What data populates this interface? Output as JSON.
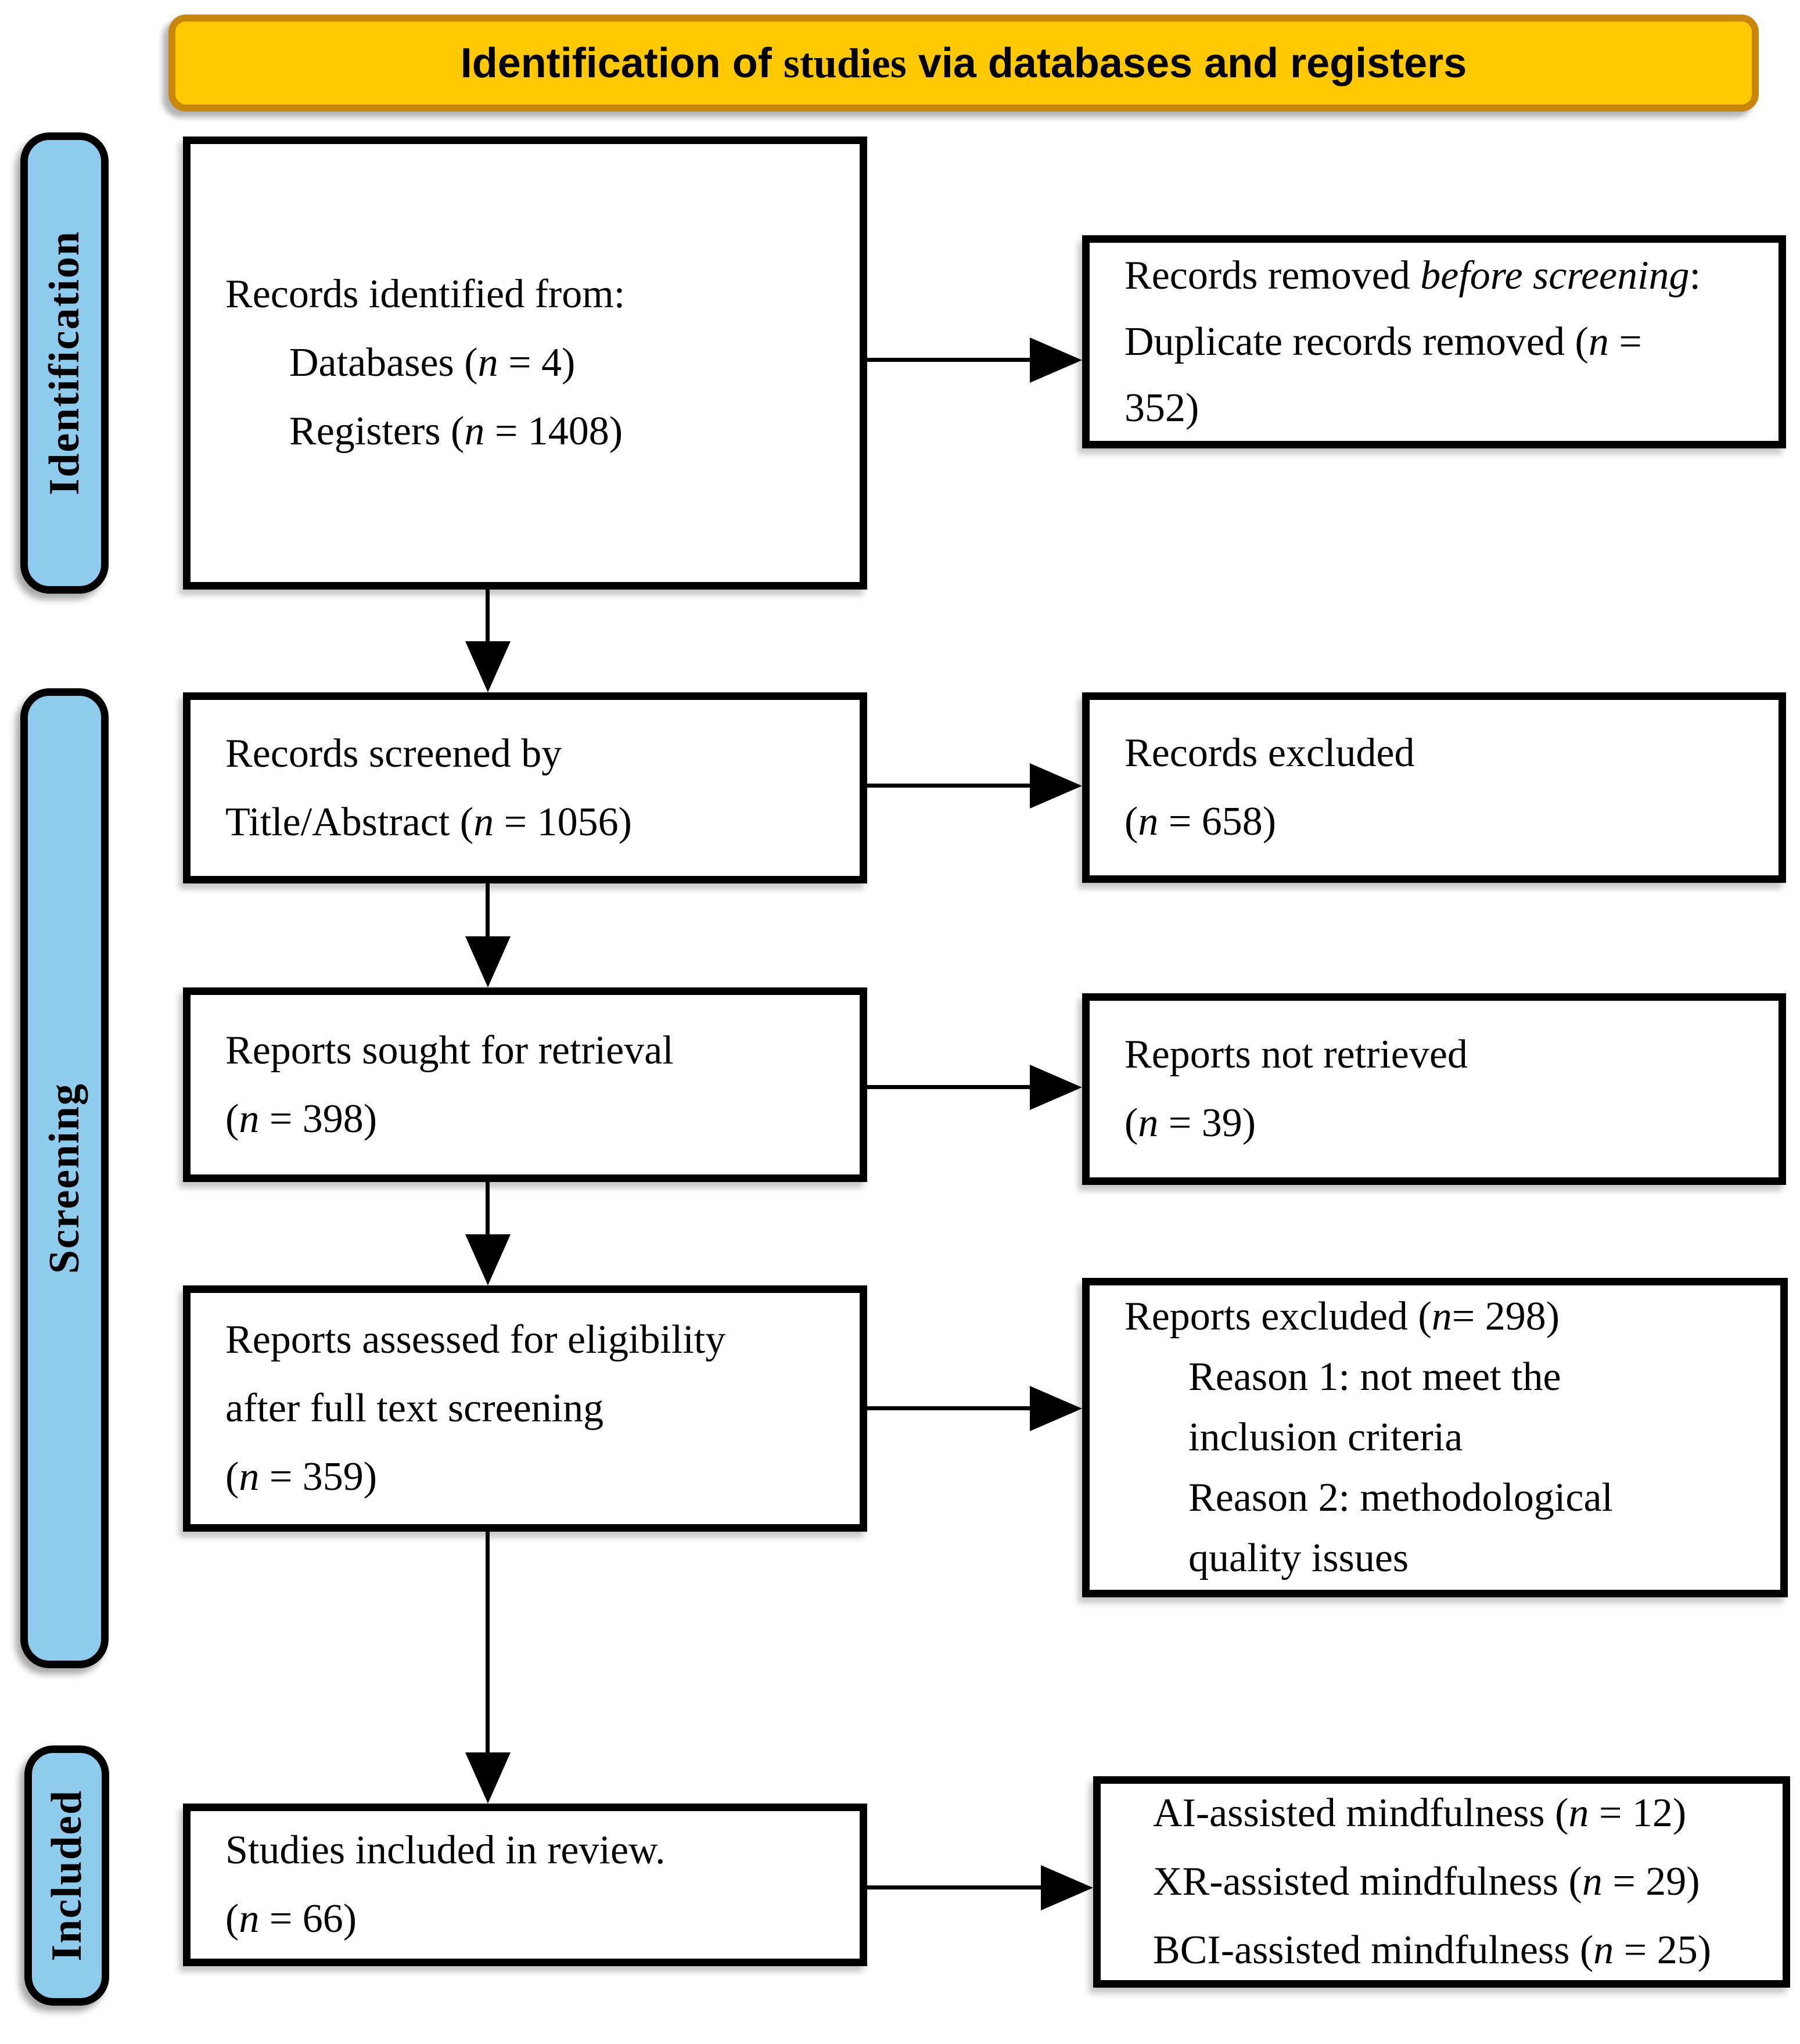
{
  "banner": {
    "lines": [
      {
        "segments": [
          {
            "t": "Identification of ",
            "f": "sans"
          },
          {
            "t": "studies",
            "f": "serif"
          },
          {
            "t": " via databases and registers",
            "f": "sans"
          }
        ]
      }
    ]
  },
  "sidebar": {
    "labels": [
      {
        "text": "Identification"
      },
      {
        "text": "Screening"
      },
      {
        "text": "Included"
      }
    ]
  },
  "boxes": {
    "records_identified": {
      "lines": [
        {
          "indent": 0,
          "segments": [
            {
              "t": "Records identified from:"
            }
          ]
        },
        {
          "indent": 1,
          "segments": [
            {
              "t": "Databases ("
            },
            {
              "t": "n",
              "i": true
            },
            {
              "t": " = 4)"
            }
          ]
        },
        {
          "indent": 1,
          "segments": [
            {
              "t": "Registers ("
            },
            {
              "t": "n",
              "i": true
            },
            {
              "t": " = 1408)"
            }
          ]
        }
      ]
    },
    "records_removed": {
      "lines": [
        {
          "indent": 0,
          "segments": [
            {
              "t": "Records removed "
            },
            {
              "t": "before screening",
              "i": true
            },
            {
              "t": ":"
            }
          ]
        },
        {
          "indent": 0,
          "segments": [
            {
              "t": "Duplicate records removed ("
            },
            {
              "t": "n",
              "i": true
            },
            {
              "t": " ="
            }
          ]
        },
        {
          "indent": 0,
          "segments": [
            {
              "t": "352)"
            }
          ]
        }
      ]
    },
    "records_screened": {
      "lines": [
        {
          "indent": 0,
          "segments": [
            {
              "t": "Records screened by"
            }
          ]
        },
        {
          "indent": 0,
          "segments": [
            {
              "t": "Title/Abstract ("
            },
            {
              "t": "n",
              "i": true
            },
            {
              "t": " = 1056)"
            }
          ]
        }
      ]
    },
    "records_excluded": {
      "lines": [
        {
          "indent": 0,
          "segments": [
            {
              "t": "Records excluded"
            }
          ]
        },
        {
          "indent": 0,
          "segments": [
            {
              "t": "("
            },
            {
              "t": "n",
              "i": true
            },
            {
              "t": " = 658)"
            }
          ]
        }
      ]
    },
    "reports_sought": {
      "lines": [
        {
          "indent": 0,
          "segments": [
            {
              "t": "Reports sought for retrieval"
            }
          ]
        },
        {
          "indent": 0,
          "segments": [
            {
              "t": "("
            },
            {
              "t": "n",
              "i": true
            },
            {
              "t": " = 398)"
            }
          ]
        }
      ]
    },
    "reports_not_retrieved": {
      "lines": [
        {
          "indent": 0,
          "segments": [
            {
              "t": "Reports not retrieved"
            }
          ]
        },
        {
          "indent": 0,
          "segments": [
            {
              "t": "("
            },
            {
              "t": "n",
              "i": true
            },
            {
              "t": " = 39)"
            }
          ]
        }
      ]
    },
    "reports_assessed": {
      "lines": [
        {
          "indent": 0,
          "segments": [
            {
              "t": "Reports assessed for eligibility"
            }
          ]
        },
        {
          "indent": 0,
          "segments": [
            {
              "t": "after full text screening"
            }
          ]
        },
        {
          "indent": 0,
          "segments": [
            {
              "t": "("
            },
            {
              "t": "n",
              "i": true
            },
            {
              "t": " = 359)"
            }
          ]
        }
      ]
    },
    "reports_excluded": {
      "lines": [
        {
          "indent": 0,
          "segments": [
            {
              "t": "Reports excluded ("
            },
            {
              "t": "n",
              "i": true
            },
            {
              "t": "= 298)"
            }
          ]
        },
        {
          "indent": 1,
          "segments": [
            {
              "t": "Reason 1: not meet the"
            }
          ]
        },
        {
          "indent": 1,
          "segments": [
            {
              "t": "inclusion criteria"
            }
          ]
        },
        {
          "indent": 1,
          "segments": [
            {
              "t": "Reason 2: methodological"
            }
          ]
        },
        {
          "indent": 1,
          "segments": [
            {
              "t": "quality issues"
            }
          ]
        }
      ]
    },
    "studies_included": {
      "lines": [
        {
          "indent": 0,
          "segments": [
            {
              "t": "Studies included in review."
            }
          ]
        },
        {
          "indent": 0,
          "segments": [
            {
              "t": "("
            },
            {
              "t": "n",
              "i": true
            },
            {
              "t": " = 66)"
            }
          ]
        }
      ]
    },
    "included_breakdown": {
      "lines": [
        {
          "indent": 0,
          "segments": [
            {
              "t": "AI-assisted mindfulness ("
            },
            {
              "t": "n",
              "i": true
            },
            {
              "t": " = 12)"
            }
          ]
        },
        {
          "indent": 0,
          "segments": [
            {
              "t": "XR-assisted mindfulness ("
            },
            {
              "t": "n",
              "i": true
            },
            {
              "t": " = 29)"
            }
          ]
        },
        {
          "indent": 0,
          "segments": [
            {
              "t": "BCI-assisted mindfulness ("
            },
            {
              "t": "n",
              "i": true
            },
            {
              "t": " = 25)"
            }
          ]
        }
      ]
    }
  },
  "colors": {
    "banner_fill": "#FFC800",
    "banner_border": "#C8870B",
    "sidebar_fill": "#8FCBEC",
    "box_border": "#000000",
    "arrow": "#000000"
  }
}
